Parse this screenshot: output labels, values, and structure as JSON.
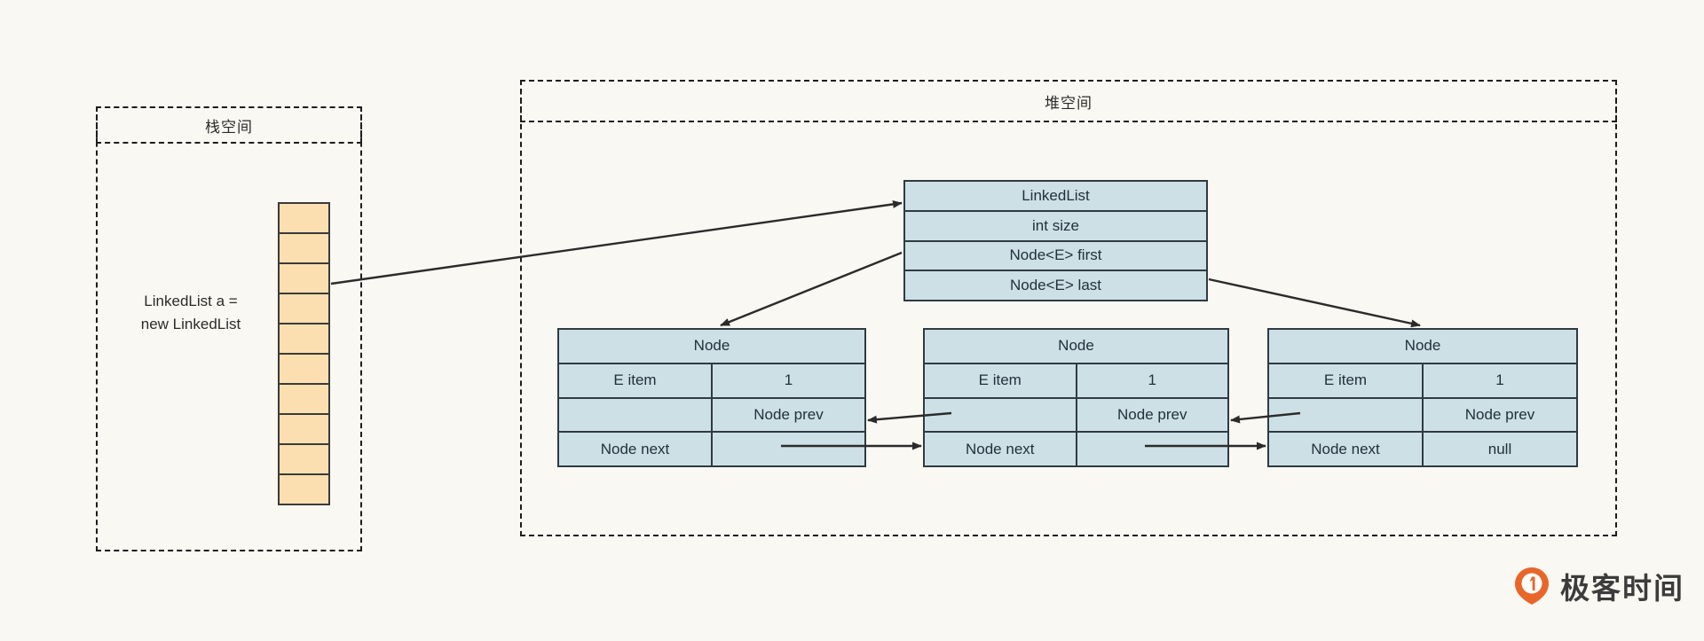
{
  "diagram": {
    "title_stack": "栈空间",
    "title_heap": "堆空间",
    "stack": {
      "label_line1": "LinkedList a =",
      "label_line2": "new LinkedList",
      "cell_count": 10
    },
    "linkedlist_box": {
      "rows": [
        "LinkedList",
        "int size",
        "Node<E> first",
        "Node<E> last"
      ]
    },
    "nodes": [
      {
        "header": "Node",
        "item_label": "E item",
        "item_value": "1",
        "prev_label": "Node prev",
        "prev_value": "",
        "next_label": "Node next",
        "next_value": ""
      },
      {
        "header": "Node",
        "item_label": "E item",
        "item_value": "1",
        "prev_label": "Node prev",
        "prev_value": "",
        "next_label": "Node next",
        "next_value": ""
      },
      {
        "header": "Node",
        "item_label": "E item",
        "item_value": "1",
        "prev_label": "Node prev",
        "prev_value": "",
        "next_label": "Node next",
        "next_value": "null"
      }
    ]
  },
  "branding": {
    "logo_text": "极客时间",
    "logo_color": "#e8662a"
  },
  "colors": {
    "background": "#faf8f2",
    "stack_cell_fill": "#fbdfb0",
    "object_fill": "#cde0e6",
    "stroke": "#2f3b41",
    "dash_stroke": "#1d1d1d"
  }
}
